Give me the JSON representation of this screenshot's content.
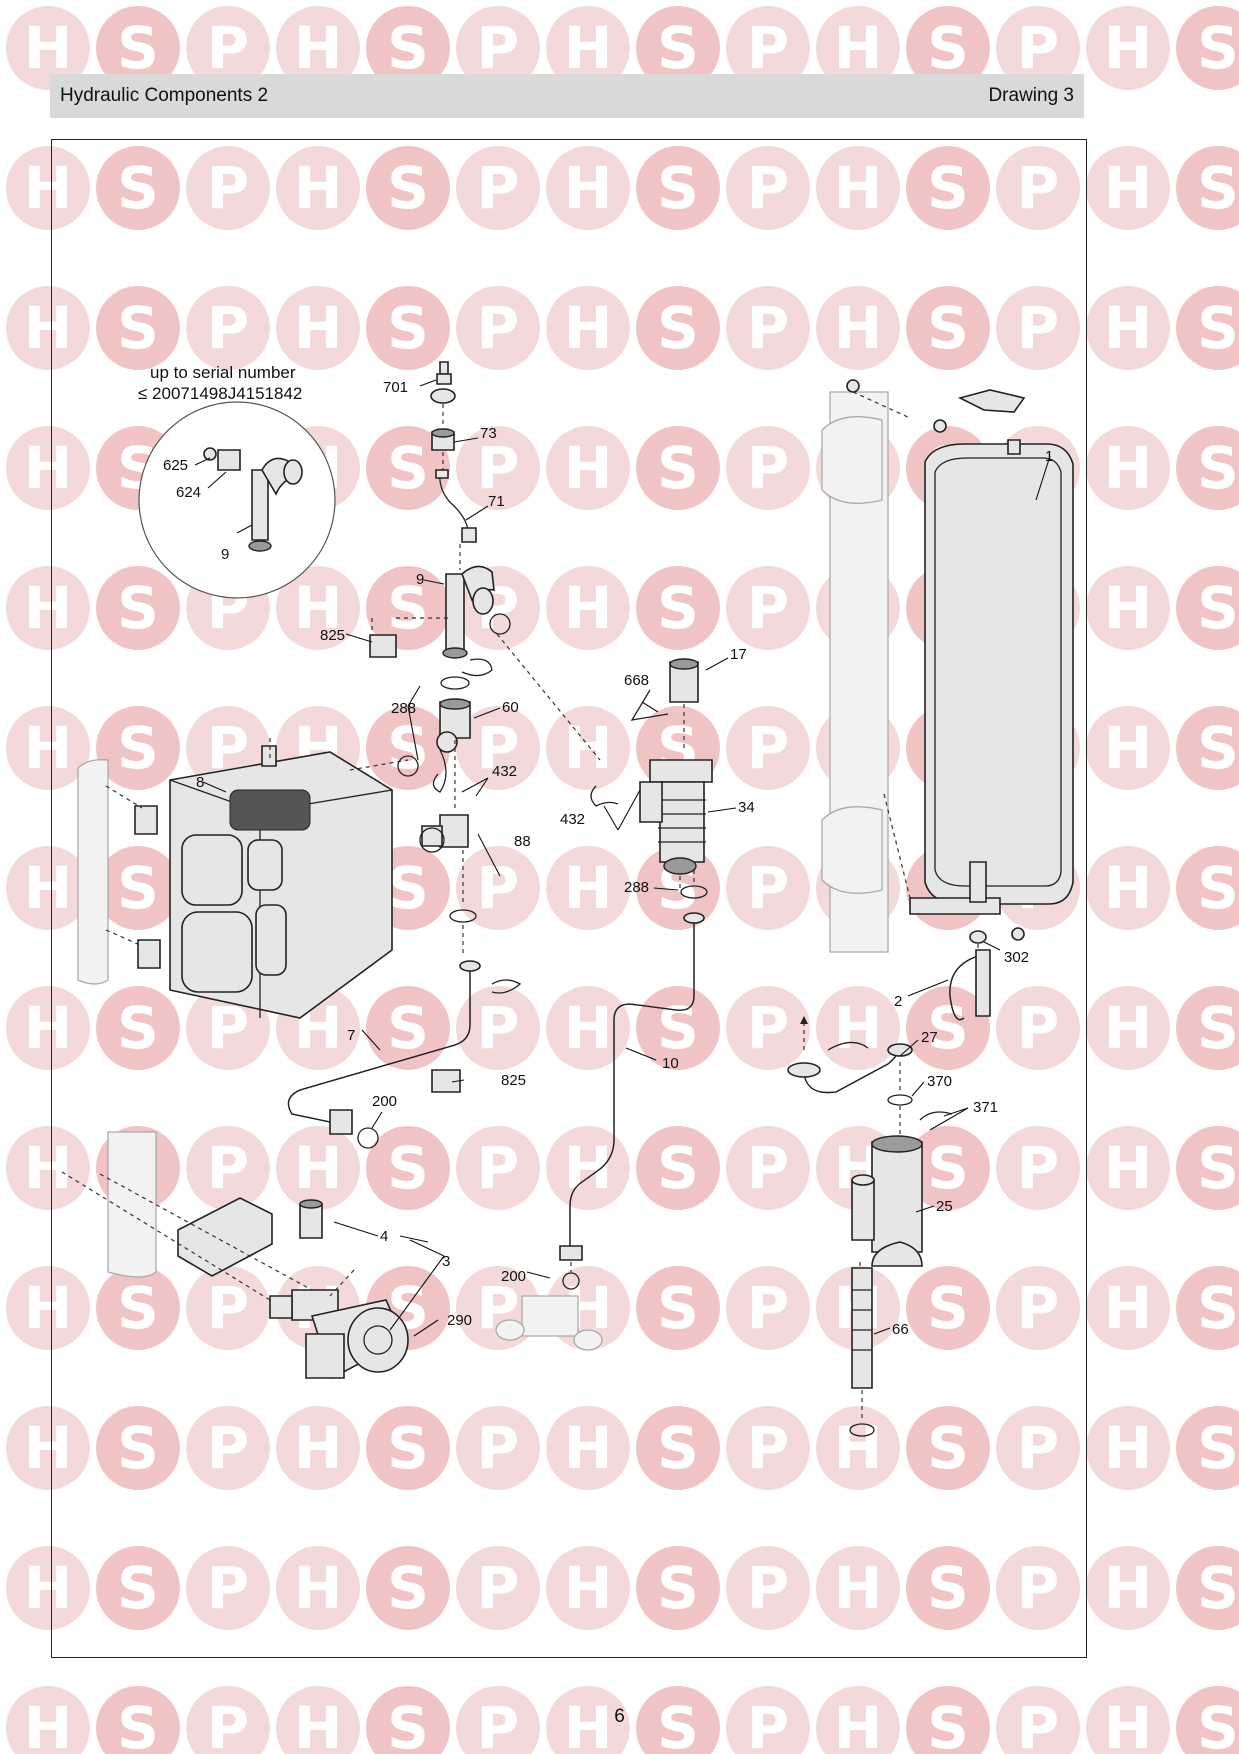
{
  "header": {
    "title": "Hydraulic Components 2",
    "drawing": "Drawing 3"
  },
  "watermark": {
    "letters": [
      "H",
      "S",
      "P"
    ],
    "color": "#f3d9d9",
    "accent": "#f0c4c4"
  },
  "inset_note": {
    "line1": "up to serial number",
    "line2": "≤ 20071498J4151842"
  },
  "callouts": {
    "c701": "701",
    "c73": "73",
    "c71": "71",
    "c9_main": "9",
    "c9_inset": "9",
    "c625": "625",
    "c624": "624",
    "c825_top": "825",
    "c825_bottom": "825",
    "c288_left": "288",
    "c288_mid": "288",
    "c60": "60",
    "c432_left": "432",
    "c432_mid": "432",
    "c8": "8",
    "c88": "88",
    "c17": "17",
    "c668": "668",
    "c34": "34",
    "c1": "1",
    "c302": "302",
    "c2": "2",
    "c27": "27",
    "c370": "370",
    "c371": "371",
    "c25": "25",
    "c66": "66",
    "c7": "7",
    "c10": "10",
    "c200_left": "200",
    "c200_mid": "200",
    "c4": "4",
    "c3": "3",
    "c290": "290"
  },
  "page_number": "6"
}
